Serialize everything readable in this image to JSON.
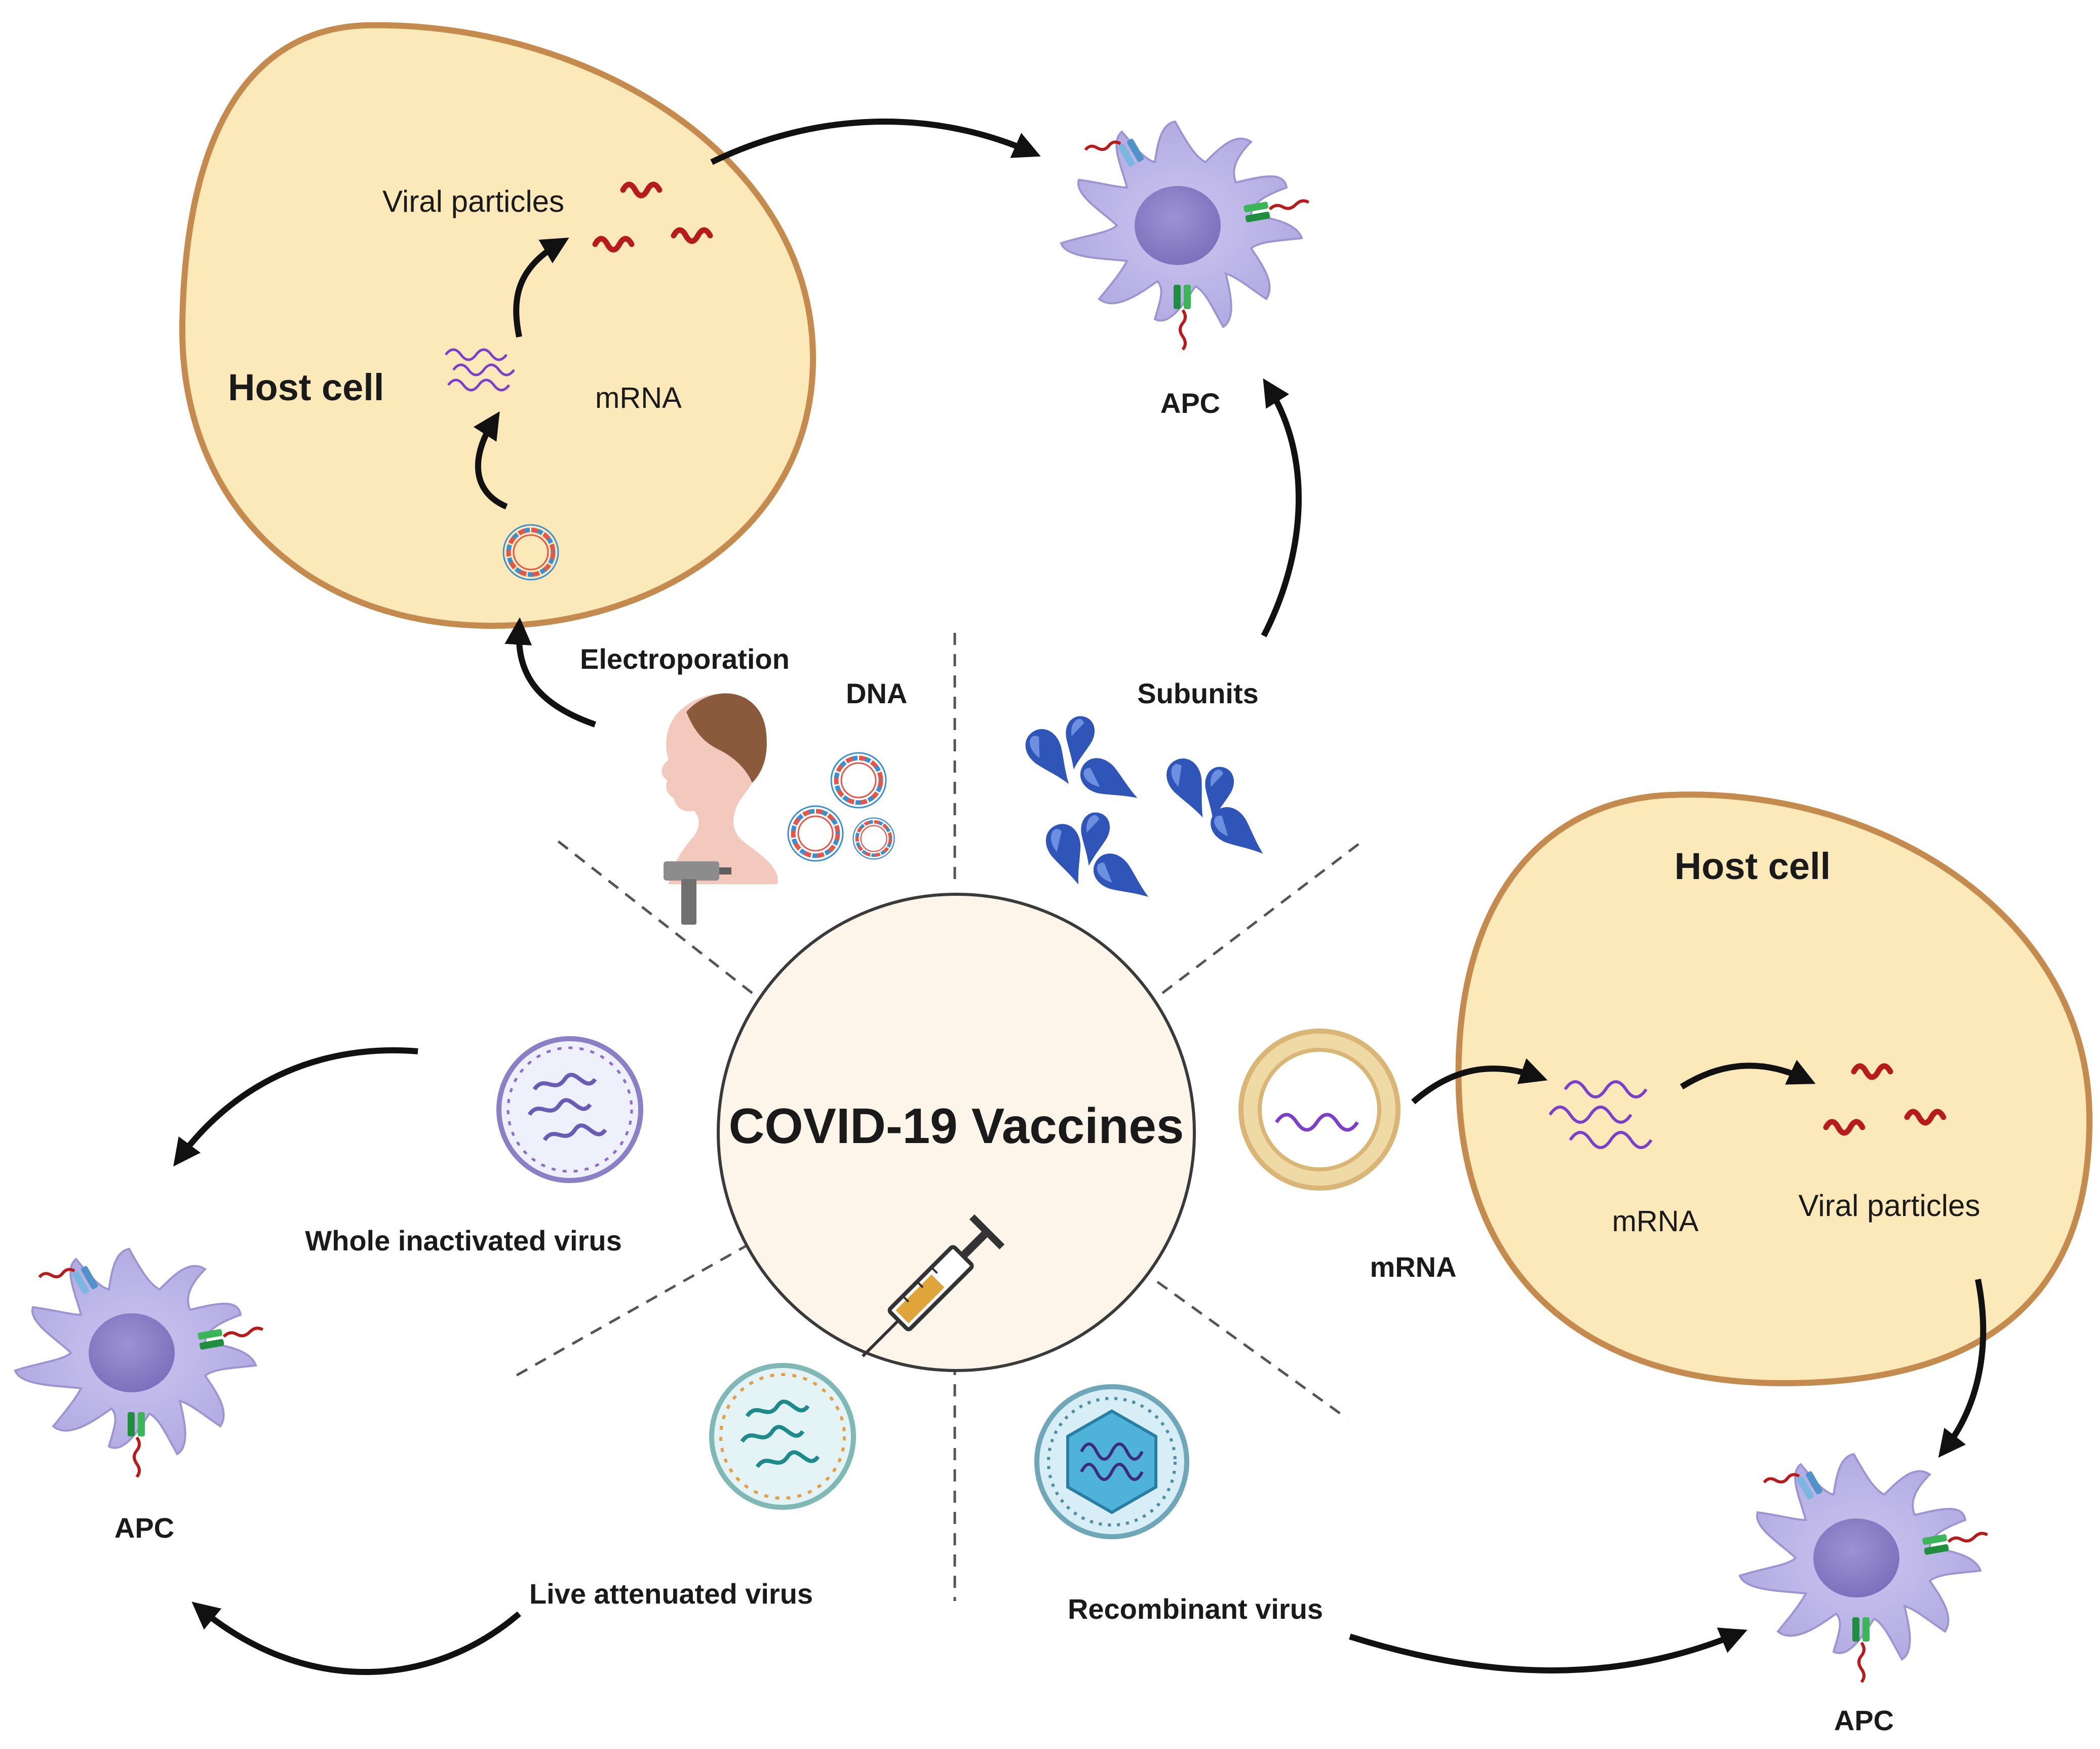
{
  "center": {
    "title": "COVID-19 Vaccines"
  },
  "labels": {
    "host_cell_top": "Host cell",
    "viral_particles_top": "Viral particles",
    "mrna_top": "mRNA",
    "apc_top": "APC",
    "electroporation": "Electroporation",
    "dna": "DNA",
    "subunits": "Subunits",
    "host_cell_right": "Host cell",
    "mrna_right_inner": "mRNA",
    "viral_particles_right": "Viral particles",
    "mrna_vaccine": "mRNA",
    "whole_inactivated": "Whole inactivated virus",
    "apc_left": "APC",
    "live_attenuated": "Live attenuated virus",
    "recombinant": "Recombinant virus",
    "apc_bottom_right": "APC"
  },
  "colors": {
    "cell_fill": "#fbe9b9",
    "cell_border": "#c48a4e",
    "apc_body": "#b9b2e6",
    "apc_nucleus": "#8f82c9",
    "viral_rna": "#b71c1c",
    "mrna_strand": "#7b3fc9",
    "center_fill": "#fdf4ea",
    "arrow": "#111111"
  }
}
